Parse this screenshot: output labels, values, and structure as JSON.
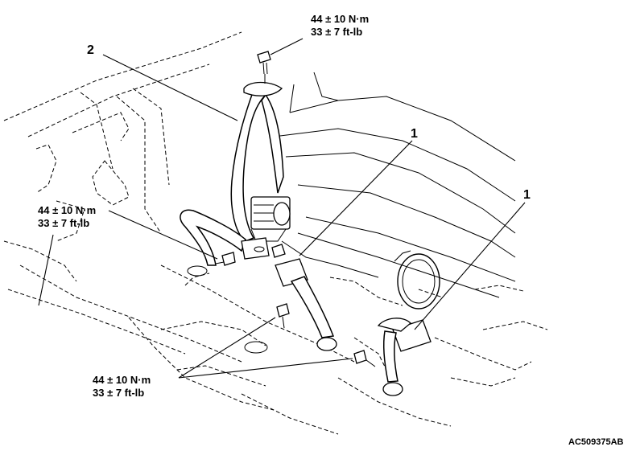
{
  "figure": {
    "code": "AC509375AB"
  },
  "torque_specs": [
    {
      "metric": "44 ± 10 N·m",
      "imperial": "33 ± 7 ft-lb"
    },
    {
      "metric": "44 ± 10 N·m",
      "imperial": "33 ± 7 ft-lb"
    },
    {
      "metric": "44 ± 10 N·m",
      "imperial": "33 ± 7 ft-lb"
    }
  ],
  "callouts": [
    "2",
    "1",
    "1"
  ],
  "colors": {
    "line": "#000000",
    "background": "#ffffff"
  },
  "icons": [
    "bolt-icon",
    "retractor-icon",
    "buckle-icon",
    "anchor-plate-icon"
  ]
}
